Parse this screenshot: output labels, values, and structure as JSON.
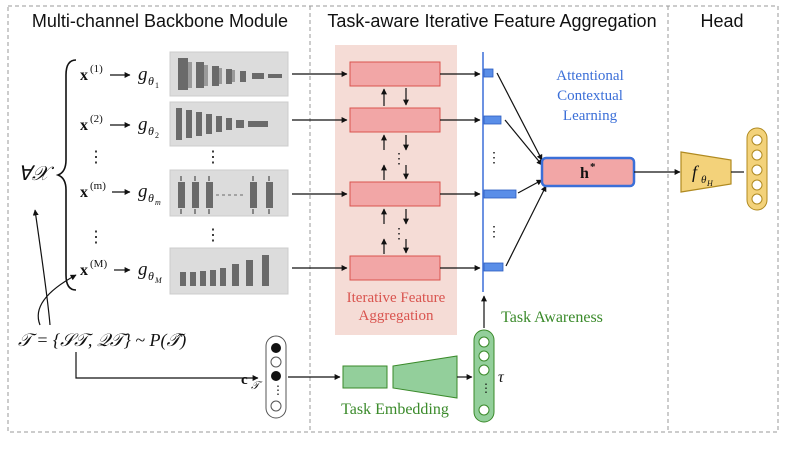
{
  "sections": {
    "backbone_title": "Multi-channel Backbone Module",
    "aggregation_title": "Task-aware Iterative Feature Aggregation",
    "head_title": "Head"
  },
  "inputs": {
    "x1": "x",
    "x1_sup": "(1)",
    "x2": "x",
    "x2_sup": "(2)",
    "xm": "x",
    "xm_sup": "(m)",
    "xM": "x",
    "xM_sup": "(M)",
    "dots": "⋮",
    "forall": "∀𝒳"
  },
  "backbones": {
    "g1": "g",
    "g1_sub": "θ",
    "g1_subsub": "1",
    "g2": "g",
    "g2_sub": "θ",
    "g2_subsub": "2",
    "gm": "g",
    "gm_sub": "θ",
    "gm_subsub": "m",
    "gM": "g",
    "gM_sub": "θ",
    "gM_subsub": "M"
  },
  "aggregation": {
    "label_line1": "Iterative Feature",
    "label_line2": "Aggregation",
    "dots": "⋮"
  },
  "attention": {
    "label_line1": "Attentional",
    "label_line2": "Contextual",
    "label_line3": "Learning",
    "h_star": "h",
    "h_sup": "*"
  },
  "task": {
    "formula": "𝒯 = {𝒮𝒯, 𝒬𝒯} ~ P(𝒯̂)",
    "c_label": "c",
    "c_sub": "𝒯",
    "tau": "τ",
    "embedding_label": "Task Embedding",
    "awareness_label": "Task Awareness"
  },
  "head": {
    "f": "f",
    "f_sub": "θ",
    "f_subsub": "H"
  },
  "colors": {
    "red_fill": "#f2a6a6",
    "red_stroke": "#d9544f",
    "pink_bg": "#f5dcd6",
    "blue": "#3b6fd8",
    "blue_fill": "#5a8ee8",
    "green_fill": "#93cf9b",
    "green_stroke": "#3a8a2a",
    "yellow_fill": "#f3d27a",
    "yellow_stroke": "#b08a20",
    "gray_panel": "#d9d9d9"
  }
}
